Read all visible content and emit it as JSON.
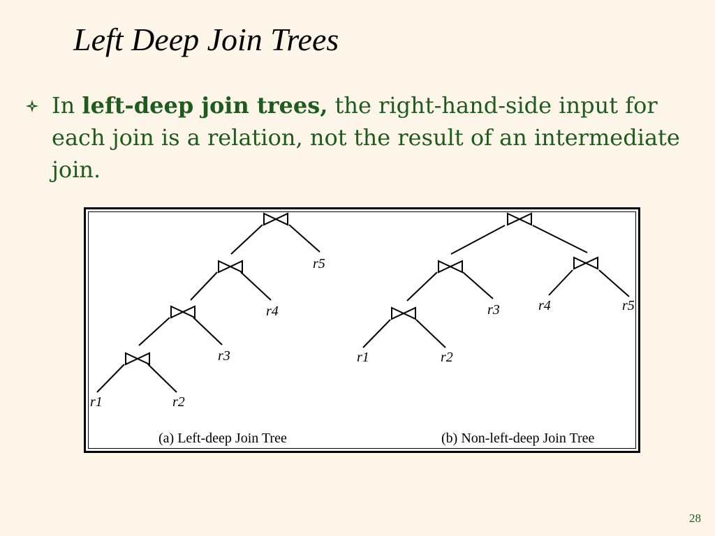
{
  "slide": {
    "title": "Left Deep Join Trees",
    "bullet": {
      "prefix": "In ",
      "bold": "left-deep join trees,",
      "rest": " the right-hand-side input for each join is a relation, not the result of an intermediate join."
    },
    "page_number": "28"
  },
  "figure": {
    "left_tree": {
      "caption": "(a) Left-deep Join Tree",
      "leaves": [
        "r1",
        "r2",
        "r3",
        "r4",
        "r5"
      ]
    },
    "right_tree": {
      "caption": "(b) Non-left-deep Join Tree",
      "leaves": [
        "r1",
        "r2",
        "r3",
        "r4",
        "r5"
      ]
    }
  }
}
